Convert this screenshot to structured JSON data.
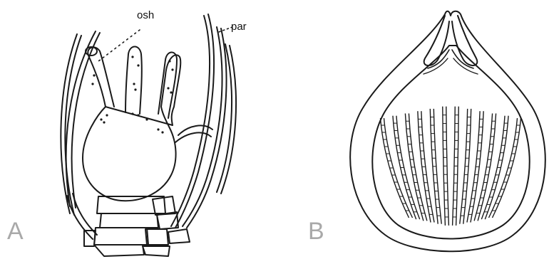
{
  "figure": {
    "panel_a": {
      "letter": "A",
      "labels": {
        "osh": "osh",
        "par": "par"
      }
    },
    "panel_b": {
      "letter": "B"
    },
    "colors": {
      "ink": "#1a1a1a",
      "panel_letter": "#a9a9a9",
      "background": "#ffffff"
    }
  }
}
